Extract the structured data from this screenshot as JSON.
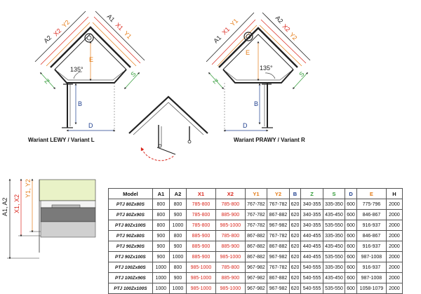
{
  "diagram": {
    "labels": {
      "A1": "A1",
      "A2": "A2",
      "X1": "X1",
      "X2": "X2",
      "Y1": "Y1",
      "Y2": "Y2",
      "B": "B",
      "D": "D",
      "E": "E",
      "Z": "Z",
      "S": "S",
      "angle": "135°"
    },
    "caption_left": "Wariant LEWY / Variant L",
    "caption_right": "Wariant PRAWY / Variant R"
  },
  "colors": {
    "X": "#d9261c",
    "Y": "#e57c17",
    "Z": "#2f9a35",
    "S": "#2f9a35",
    "B": "#1f3f8e",
    "D": "#1f3f8e",
    "E": "#e57c17",
    "A": "#222222",
    "wall_panel": "#e9f2c7",
    "tray": "#7a7a7a"
  },
  "table": {
    "headers": [
      "Model",
      "A1",
      "A2",
      "X1",
      "X2",
      "Y1",
      "Y2",
      "B",
      "Z",
      "S",
      "D",
      "E",
      "H"
    ],
    "header_colors": [
      "#111111",
      "#111111",
      "#111111",
      "#d9261c",
      "#d9261c",
      "#e57c17",
      "#e57c17",
      "#1f3f8e",
      "#2f9a35",
      "#2f9a35",
      "#1f3f8e",
      "#e57c17",
      "#111111"
    ],
    "rows": [
      [
        "PTJ 80Zx80S",
        "800",
        "800",
        "785-800",
        "785-800",
        "767-782",
        "767-782",
        "620",
        "340-355",
        "335-350",
        "600",
        "775-796",
        "2000"
      ],
      [
        "PTJ 80Zx90S",
        "800",
        "900",
        "785-800",
        "885-900",
        "767-782",
        "867-882",
        "620",
        "340-355",
        "435-450",
        "600",
        "846-867",
        "2000"
      ],
      [
        "PTJ 80Zx100S",
        "800",
        "1000",
        "785-800",
        "985-1000",
        "767-782",
        "967-982",
        "620",
        "340-355",
        "535-550",
        "600",
        "916-937",
        "2000"
      ],
      [
        "PTJ 90Zx80S",
        "900",
        "800",
        "885-900",
        "785-800",
        "867-882",
        "767-782",
        "620",
        "440-455",
        "335-350",
        "600",
        "846-867",
        "2000"
      ],
      [
        "PTJ 90Zx90S",
        "900",
        "900",
        "885-900",
        "885-900",
        "867-882",
        "867-882",
        "620",
        "440-455",
        "435-450",
        "600",
        "916-937",
        "2000"
      ],
      [
        "PTJ 90Zx100S",
        "900",
        "1000",
        "885-900",
        "985-1000",
        "867-882",
        "967-982",
        "620",
        "440-455",
        "535-550",
        "600",
        "987-1008",
        "2000"
      ],
      [
        "PTJ 100Zx80S",
        "1000",
        "800",
        "985-1000",
        "785-800",
        "967-982",
        "767-782",
        "620",
        "540-555",
        "335-350",
        "600",
        "916-937",
        "2000"
      ],
      [
        "PTJ 100Zx90S",
        "1000",
        "900",
        "985-1000",
        "885-900",
        "967-982",
        "867-882",
        "620",
        "540-555",
        "435-450",
        "600",
        "987-1008",
        "2000"
      ],
      [
        "PTJ 100Zx100S",
        "1000",
        "1000",
        "985-1000",
        "985-1000",
        "967-982",
        "967-982",
        "620",
        "540-555",
        "535-550",
        "600",
        "1058-1079",
        "2000"
      ]
    ]
  }
}
